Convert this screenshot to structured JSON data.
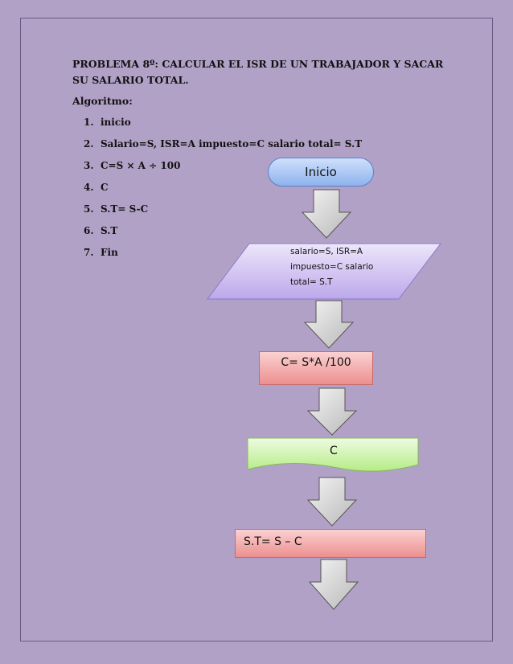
{
  "document": {
    "title": "PROBLEMA 8º: CALCULAR EL ISR DE UN TRABAJADOR Y SACAR SU SALARIO TOTAL.",
    "algorithm_heading": "Algoritmo:",
    "steps": [
      {
        "num": "1.",
        "text": "inicio"
      },
      {
        "num": "2.",
        "text": "Salario=S,  ISR=A  impuesto=C salario total= S.T"
      },
      {
        "num": "3.",
        "text": "C=S × A ÷ 100"
      },
      {
        "num": "4.",
        "text": "C"
      },
      {
        "num": "5.",
        "text": "S.T= S-C"
      },
      {
        "num": "6.",
        "text": "S.T"
      },
      {
        "num": "7.",
        "text": "Fin"
      }
    ]
  },
  "flowchart": {
    "start": "Inicio",
    "input_lines": [
      "salario=S,  ISR=A",
      "impuesto=C salario",
      "total= S.T"
    ],
    "process_1": "C= S*A /100",
    "output": "C",
    "process_2": "S.T= S – C"
  },
  "colors": {
    "page_background": "#b2a1c7",
    "terminal_fill": "#8db3ee",
    "input_fill": "#c7b8ec",
    "process_fill": "#ec8f8f",
    "output_fill": "#c9f2a5",
    "arrow_fill": "#d4d4d4"
  }
}
